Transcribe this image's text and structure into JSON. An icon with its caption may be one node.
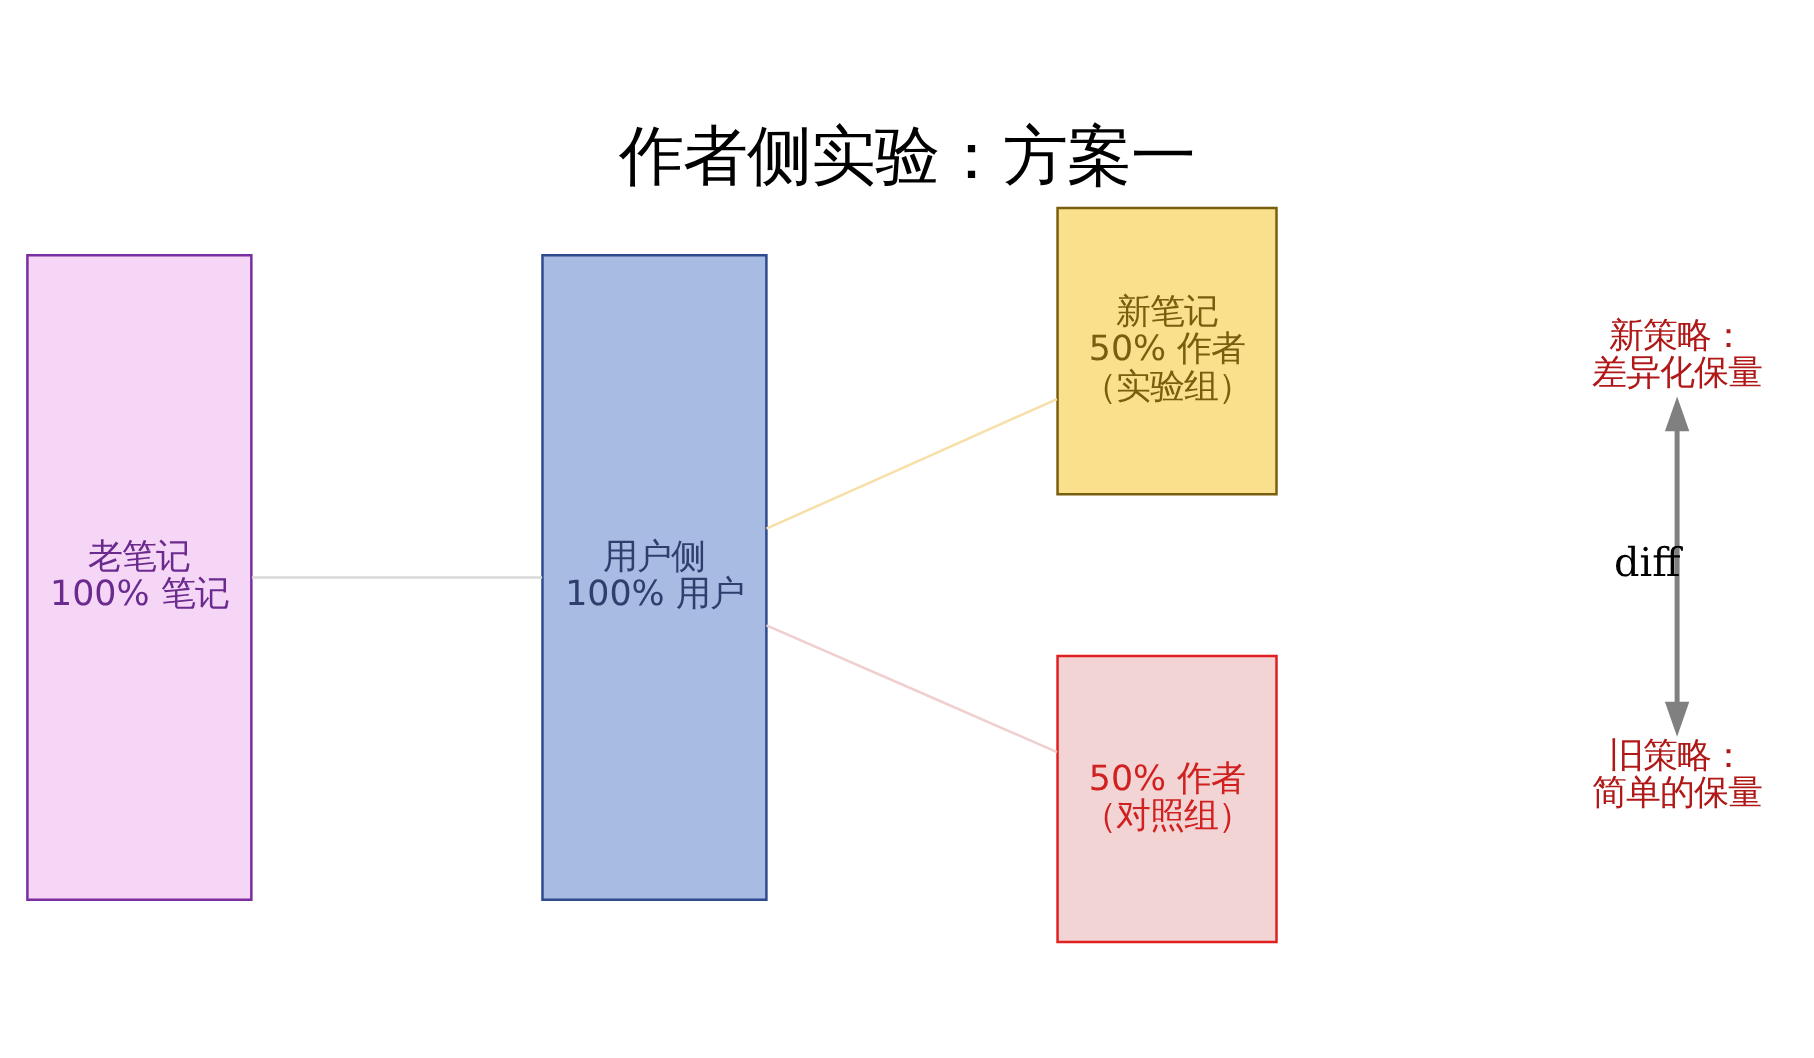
{
  "diagram": {
    "title": "作者侧实验：方案一",
    "nodes": [
      {
        "text": [
          "老笔记",
          "100% 笔记"
        ]
      },
      {
        "text": [
          "用户侧",
          "100% 用户"
        ]
      },
      {
        "text": [
          "新笔记",
          "50% 作者",
          "（实验组）"
        ]
      },
      {
        "text": [
          "50% 作者",
          "（对照组）"
        ]
      },
      {
        "text": [
          "新策略：",
          "差异化保量"
        ]
      },
      {
        "text": [
          "旧策略：",
          "简单的保量"
        ]
      }
    ],
    "edges": [
      {
        "from": 0,
        "to": 1,
        "arrow": "none",
        "color": "#d9d9d9"
      },
      {
        "from": 1,
        "to": 2,
        "arrow": "none",
        "color": "#f7dfa8"
      },
      {
        "from": 1,
        "to": 3,
        "arrow": "none",
        "color": "#efcfcf"
      },
      {
        "from": 4,
        "to": 5,
        "arrow": "both",
        "label": "diff",
        "color": "#808080"
      }
    ]
  }
}
